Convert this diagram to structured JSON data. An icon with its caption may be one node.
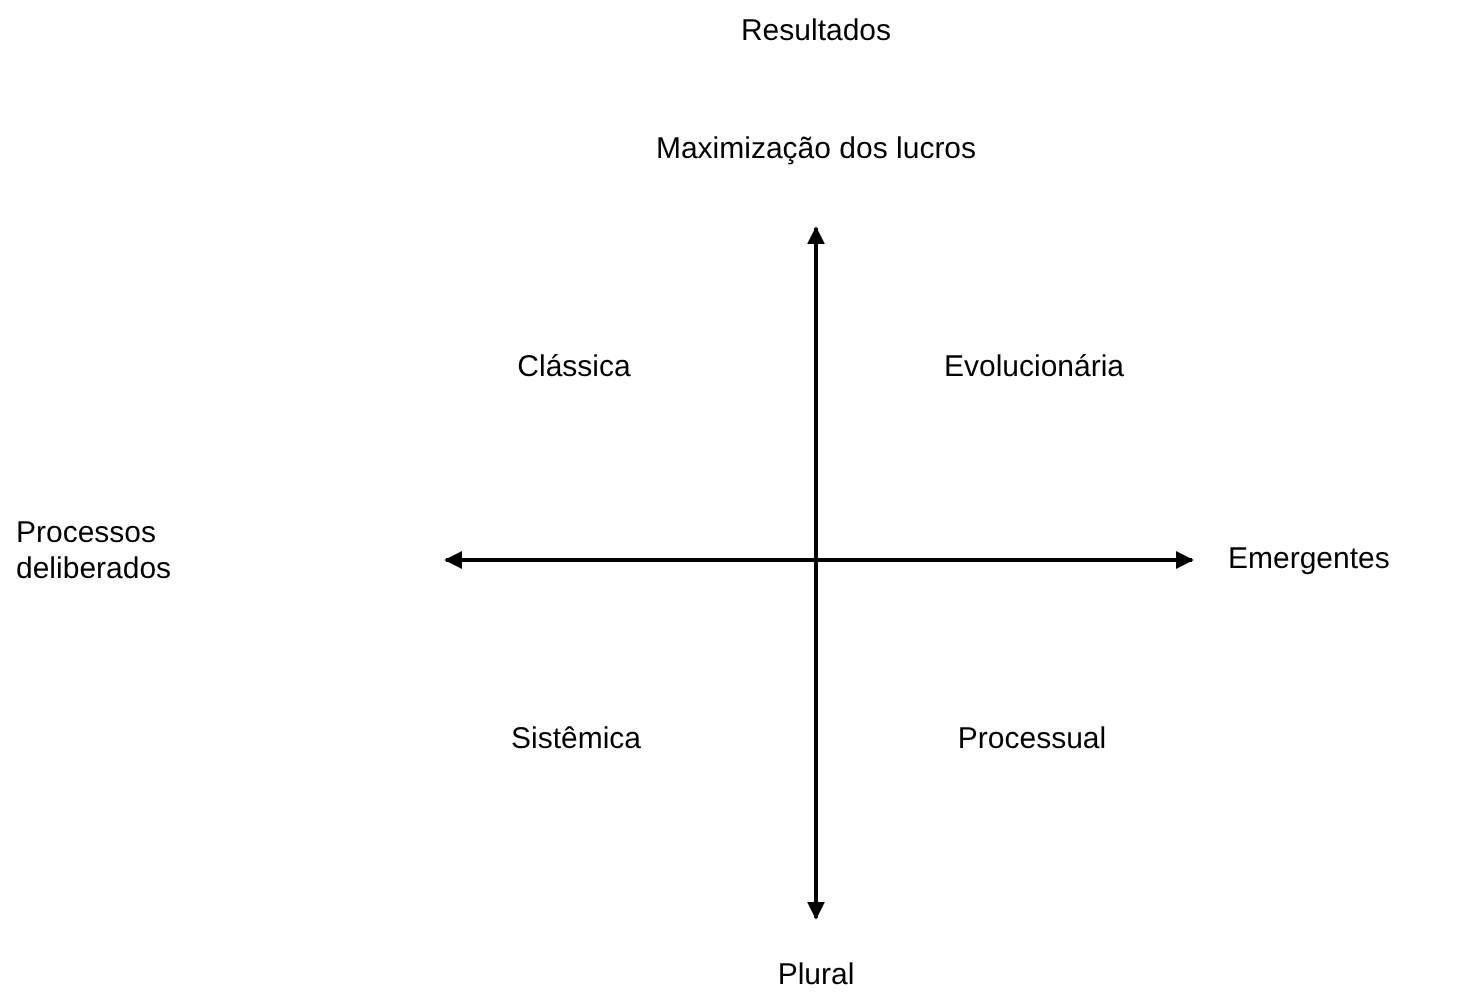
{
  "diagram": {
    "labels": [
      "Resultados",
      "Maximização dos lucros",
      "Clássica",
      "Evolucionária",
      "Processos deliberados",
      "Emergentes",
      "Sistêmica",
      "Processual",
      "Plural"
    ]
  }
}
